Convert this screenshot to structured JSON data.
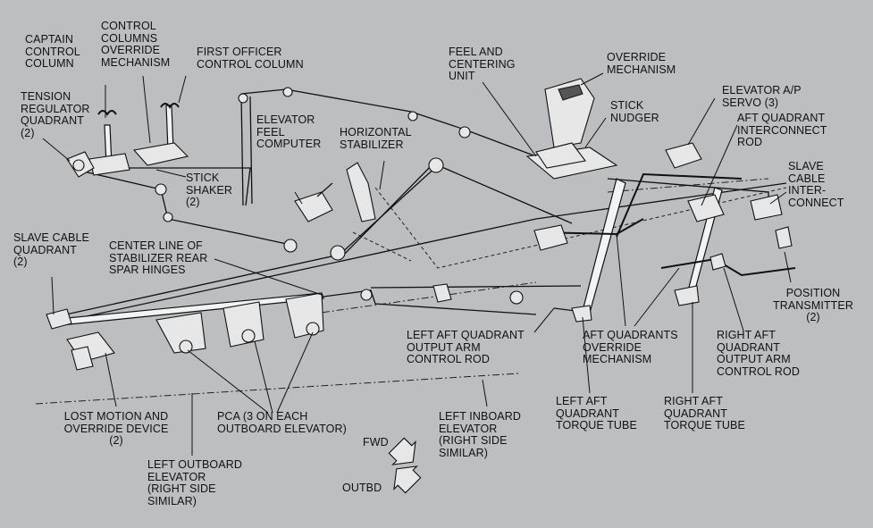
{
  "labels": {
    "captain_column": "CAPTAIN\nCONTROL\nCOLUMN",
    "columns_override": "CONTROL\nCOLUMNS\nOVERRIDE\nMECHANISM",
    "first_officer_column": "FIRST OFFICER\nCONTROL COLUMN",
    "tension_regulator": "TENSION\nREGULATOR\nQUADRANT\n(2)",
    "stick_shaker": "STICK\nSHAKER\n(2)",
    "elevator_feel_computer": "ELEVATOR\nFEEL\nCOMPUTER",
    "horizontal_stabilizer": "HORIZONTAL\nSTABILIZER",
    "feel_centering_unit": "FEEL AND\nCENTERING\nUNIT",
    "override_mechanism": "OVERRIDE\nMECHANISM",
    "stick_nudger": "STICK\nNUDGER",
    "elevator_ap_servo": "ELEVATOR A/P\nSERVO (3)",
    "aft_quadrant_interconnect": "AFT QUADRANT\nINTERCONNECT\nROD",
    "slave_cable_interconnect": "SLAVE\nCABLE\nINTER-\nCONNECT",
    "slave_cable_quadrant": "SLAVE CABLE\nQUADRANT\n(2)",
    "stabilizer_hinges": "CENTER LINE OF\nSTABILIZER REAR\nSPAR HINGES",
    "position_transmitter": "POSITION\nTRANSMITTER\n(2)",
    "left_aft_output_rod": "LEFT AFT QUADRANT\nOUTPUT ARM\nCONTROL ROD",
    "aft_quadrants_override": "AFT QUADRANTS\nOVERRIDE\nMECHANISM",
    "right_aft_output_rod": "RIGHT AFT\nQUADRANT\nOUTPUT ARM\nCONTROL ROD",
    "left_aft_torque_tube": "LEFT AFT\nQUADRANT\nTORQUE TUBE",
    "right_aft_torque_tube": "RIGHT AFT\nQUADRANT\nTORQUE TUBE",
    "lost_motion_device": "LOST MOTION AND\nOVERRIDE DEVICE\n(2)",
    "pca": "PCA (3 ON EACH\nOUTBOARD ELEVATOR)",
    "left_inboard_elevator": "LEFT INBOARD\nELEVATOR\n(RIGHT SIDE\nSIMILAR)",
    "left_outboard_elevator": "LEFT OUTBOARD\nELEVATOR\n(RIGHT SIDE\nSIMILAR)",
    "fwd": "FWD",
    "outbd": "OUTBD"
  }
}
